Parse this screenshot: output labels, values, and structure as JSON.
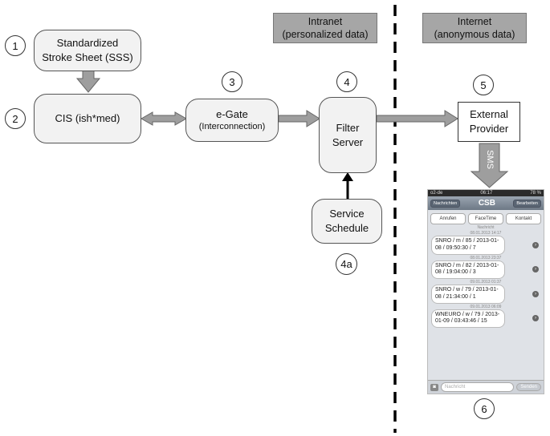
{
  "zones": {
    "intranet": "Intranet\n(personalized data)",
    "internet": "Internet\n(anonymous data)"
  },
  "nodes": {
    "sss": "Standardized\nStroke Sheet (SSS)",
    "cis": "CIS (ish*med)",
    "egate_title": "e-Gate",
    "egate_sub": "(Interconnection)",
    "filter": "Filter\nServer",
    "schedule": "Service\nSchedule",
    "external": "External\nProvider"
  },
  "numbers": {
    "n1": "1",
    "n2": "2",
    "n3": "3",
    "n4": "4",
    "n4a": "4a",
    "n5": "5",
    "n6": "6"
  },
  "sms_label": "SMS",
  "phone": {
    "carrier": "o2-de",
    "time": "06:17",
    "battery": "78 %",
    "back": "Nachrichten",
    "title": "CSB",
    "edit": "Bearbeiten",
    "call": "Anrufen",
    "facetime": "FaceTime",
    "contact": "Kontakt",
    "top_label": "Nachricht",
    "messages": [
      {
        "time": "08.01.2013 14:17",
        "text": "SNRO / m / 85 / 2013-01-08 / 09:50:30 / 7"
      },
      {
        "time": "08.01.2013 23:37",
        "text": "SNRO / m / 82 / 2013-01-08 / 19:04:00 / 3"
      },
      {
        "time": "09.01.2013 01:37",
        "text": "SNRO / w / 79 / 2013-01-08 / 21:34:00 / 1"
      },
      {
        "time": "09.01.2013 06:09",
        "text": "WNEURO / w / 79 / 2013-01-09 / 03:43:46 / 15"
      }
    ],
    "input_placeholder": "Nachricht",
    "send": "Senden"
  }
}
